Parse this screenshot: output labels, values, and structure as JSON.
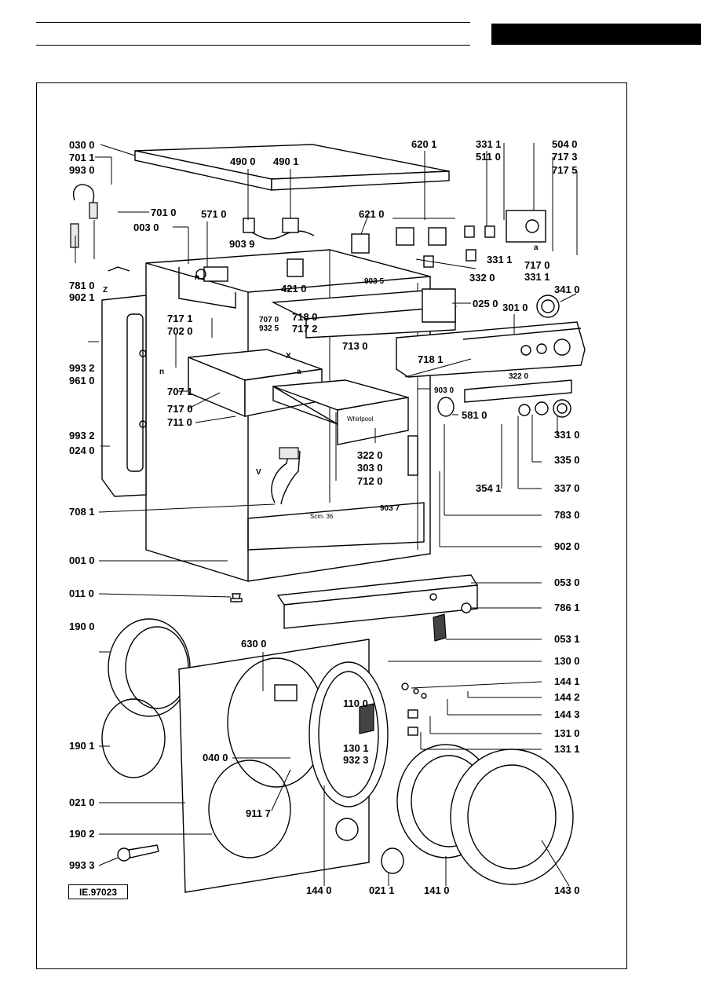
{
  "document": {
    "reference_code": "IE.97023"
  },
  "labels": {
    "030_0": "030 0",
    "701_1": "701 1",
    "993_0": "993 0",
    "701_0": "701 0",
    "003_0": "003 0",
    "781_0": "781 0",
    "902_1": "902 1",
    "z": "Z",
    "490_0": "490 0",
    "490_1": "490 1",
    "571_0": "571 0",
    "903_9": "903 9",
    "421_0": "421 0",
    "620_1": "620 1",
    "621_0": "621 0",
    "331_1_top": "331 1",
    "511_0": "511 0",
    "504_0": "504 0",
    "717_3": "717 3",
    "717_5": "717 5",
    "331_1_mid": "331 1",
    "717_0_right": "717 0",
    "331_1_low": "331 1",
    "a_right": "a",
    "332_0": "332 0",
    "903_5": "903 5",
    "025_0": "025 0",
    "301_0": "301 0",
    "341_0": "341 0",
    "718_0": "718 0",
    "717_2": "717 2",
    "707_0": "707 0",
    "932_5": "932 5",
    "717_1": "717 1",
    "702_0": "702 0",
    "993_2_a": "993 2",
    "961_0": "961 0",
    "n_left": "n",
    "n_mid": "n",
    "x": "X",
    "a_mid": "a",
    "707_1": "707 1",
    "717_0_left": "717 0",
    "711_0": "711 0",
    "993_2_b": "993 2",
    "024_0": "024 0",
    "v": "V",
    "713_0": "713 0",
    "718_1": "718 1",
    "903_0": "903 0",
    "581_0": "581 0",
    "322_0_right": "322 0",
    "331_0": "331 0",
    "335_0": "335 0",
    "337_0": "337 0",
    "354_1": "354 1",
    "322_0": "322 0",
    "303_0": "303 0",
    "712_0": "712 0",
    "708_1": "708 1",
    "903_7": "903 7",
    "783_0": "783 0",
    "902_0": "902 0",
    "001_0": "001 0",
    "011_0": "011 0",
    "053_0": "053 0",
    "786_1": "786 1",
    "053_1": "053 1",
    "190_0": "190 0",
    "630_0": "630 0",
    "130_0": "130 0",
    "144_1": "144 1",
    "144_2": "144 2",
    "144_3": "144 3",
    "131_0": "131 0",
    "131_1": "131 1",
    "110_0": "110 0",
    "130_1": "130 1",
    "932_3": "932 3",
    "040_0": "040 0",
    "190_1": "190 1",
    "021_0": "021 0",
    "911_7": "911 7",
    "190_2": "190 2",
    "993_3": "993 3",
    "144_0": "144 0",
    "021_1": "021 1",
    "141_0": "141 0",
    "143_0": "143 0"
  },
  "embedded_text": {
    "brand_panel": "Whirlpool",
    "cabinet_mark": "Scm. 36"
  }
}
